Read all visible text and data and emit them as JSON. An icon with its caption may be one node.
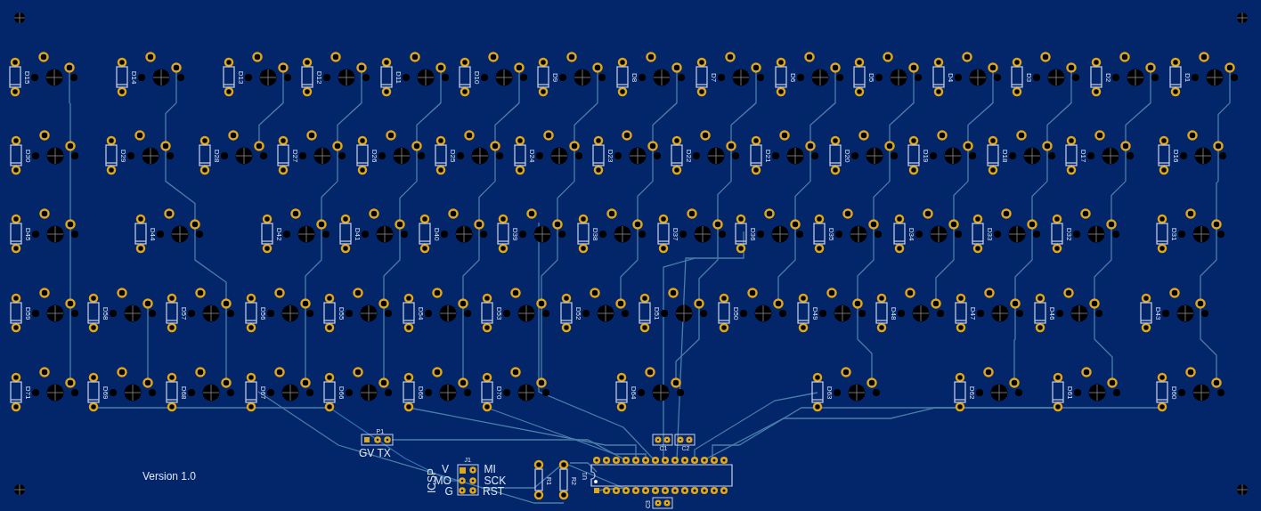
{
  "diagram": {
    "labels": [
      "D15",
      "D14",
      "D13",
      "D12",
      "D11",
      "D10",
      "D9",
      "D8",
      "D7",
      "D6",
      "D5",
      "D4",
      "D3",
      "D2",
      "D1",
      "D30",
      "D29",
      "D28",
      "D27",
      "D26",
      "D25",
      "D24",
      "D23",
      "D22",
      "D21",
      "D20",
      "D19",
      "D18",
      "D17",
      "D16",
      "D45",
      "D44",
      "D42",
      "D41",
      "D40",
      "D39",
      "D38",
      "D37",
      "D36",
      "D35",
      "D34",
      "D33",
      "D32",
      "D31",
      "D59",
      "D58",
      "D57",
      "D56",
      "D55",
      "D54",
      "D53",
      "D52",
      "D51",
      "D50",
      "D49",
      "D48",
      "D47",
      "D46",
      "D43",
      "D71",
      "D69",
      "D68",
      "D67",
      "D66",
      "D65",
      "D70",
      "D64",
      "D63",
      "D62",
      "D61",
      "D60",
      "P1",
      "GV TX",
      "J1",
      "V",
      "MI",
      "MO",
      "SCK",
      "G",
      "RST",
      "ICSP",
      "R1",
      "R2",
      "U1",
      "C1",
      "C2",
      "C3",
      "Version 1.0"
    ]
  }
}
